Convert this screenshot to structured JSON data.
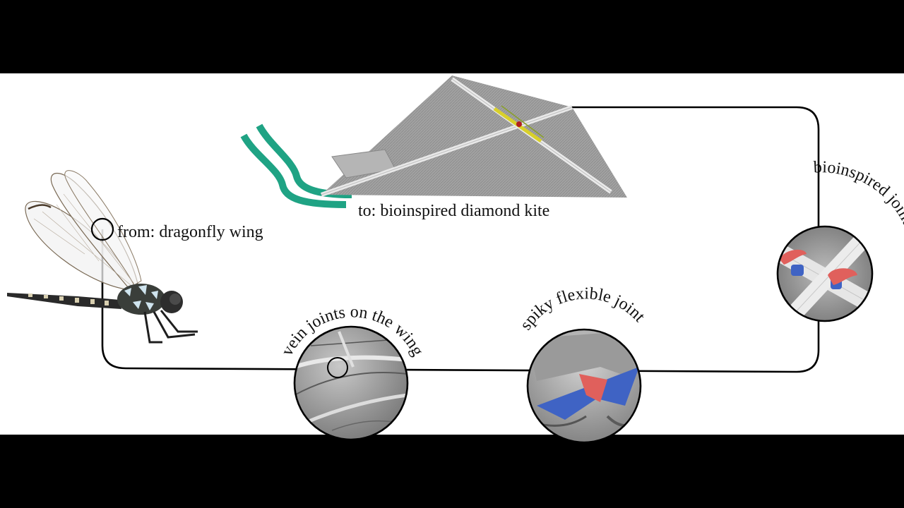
{
  "labels": {
    "from": "from: dragonfly wing",
    "to": "to: bioinspired diamond kite",
    "vein_joints": "vein joints on the wing",
    "spiky_joint": "spiky flexible joint",
    "joint_model": "bioinspired joint model"
  },
  "colors": {
    "background": "#ffffff",
    "letterbox": "#000000",
    "path": "#000000",
    "kite_tail": "#1fa384",
    "kite_membrane": "#9c9c9c",
    "spike": "#e0605c",
    "joint_base": "#3f63c4"
  },
  "icons": {
    "dragonfly": "dragonfly-illustration",
    "kite": "diamond-kite-illustration",
    "sem_vein": "sem-vein-joint-image",
    "sem_spike": "sem-spiky-joint-image",
    "joint_model": "3d-joint-model-image"
  }
}
